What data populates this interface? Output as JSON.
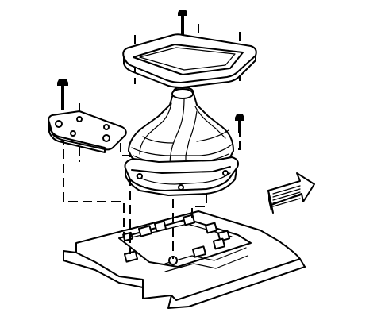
{
  "diagram": {
    "parts": [
      "mounting-bolt",
      "trim-plate",
      "shift-boot",
      "boot-retainer",
      "cover-plate",
      "floor-pan",
      "direction-arrow"
    ]
  }
}
